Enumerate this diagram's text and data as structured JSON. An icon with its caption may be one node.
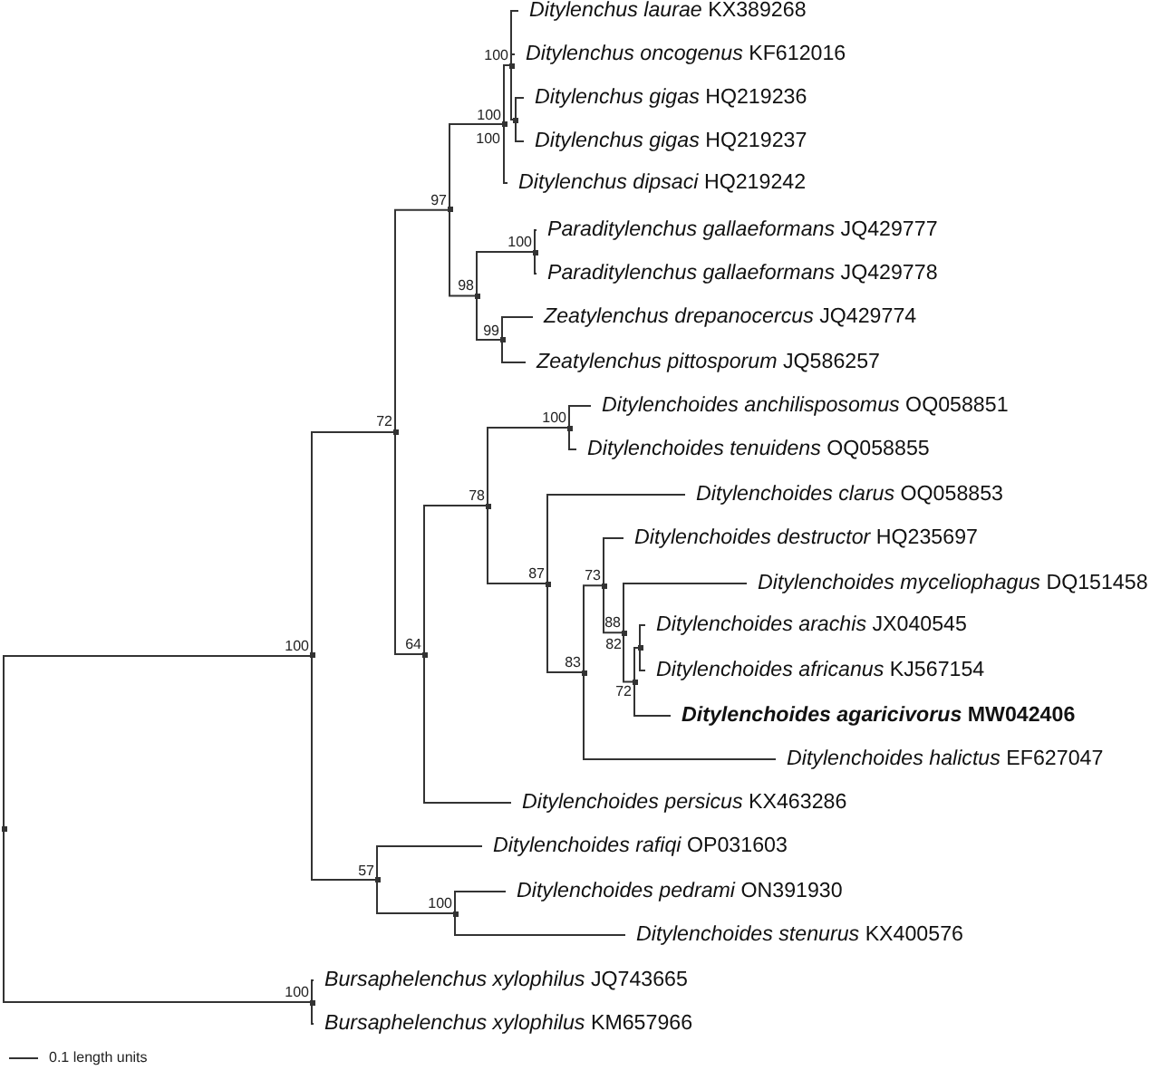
{
  "diagram": {
    "nodes": [
      {
        "text": [
          "*Ditylenchus laurae* KX389268"
        ]
      },
      {
        "text": [
          "*Ditylenchus oncogenus* KF612016"
        ]
      },
      {
        "text": [
          "*Ditylenchus gigas* HQ219236"
        ]
      },
      {
        "text": [
          "*Ditylenchus gigas* HQ219237"
        ]
      },
      {
        "text": [
          "*Ditylenchus dipsaci* HQ219242"
        ]
      },
      {
        "text": [
          "*Paraditylenchus gallaeformans* JQ429777"
        ]
      },
      {
        "text": [
          "*Paraditylenchus gallaeformans* JQ429778"
        ]
      },
      {
        "text": [
          "*Zeatylenchus drepanocercus* JQ429774"
        ]
      },
      {
        "text": [
          "*Zeatylenchus pittosporum* JQ586257"
        ]
      },
      {
        "text": [
          "*Ditylenchoides anchilisposomus* OQ058851"
        ]
      },
      {
        "text": [
          "*Ditylenchoides tenuidens* OQ058855"
        ]
      },
      {
        "text": [
          "*Ditylenchoides clarus* OQ058853"
        ]
      },
      {
        "text": [
          "*Ditylenchoides destructor* HQ235697"
        ]
      },
      {
        "text": [
          "*Ditylenchoides myceliophagus* DQ151458"
        ]
      },
      {
        "text": [
          "*Ditylenchoides arachis* JX040545"
        ]
      },
      {
        "text": [
          "*Ditylenchoides africanus* KJ567154"
        ]
      },
      {
        "text": [
          "***Ditylenchoides agaricivorus* MW042406**"
        ]
      },
      {
        "text": [
          "*Ditylenchoides halictus* EF627047"
        ]
      },
      {
        "text": [
          "*Ditylenchoides persicus* KX463286"
        ]
      },
      {
        "text": [
          "*Ditylenchoides rafiqi* OP031603"
        ]
      },
      {
        "text": [
          "*Ditylenchoides pedrami* ON391930"
        ]
      },
      {
        "text": [
          "*Ditylenchoides stenurus* KX400576"
        ]
      },
      {
        "text": [
          "*Bursaphelenchus xylophilus* JQ743665"
        ]
      },
      {
        "text": [
          "*Bursaphelenchus xylophilus* KM657966"
        ]
      },
      {
        "text": [],
        "shape": "point"
      },
      {
        "text": [],
        "shape": "point",
        "beside": [
          "100"
        ]
      },
      {
        "text": [],
        "shape": "point",
        "beside": [
          "72"
        ]
      },
      {
        "text": [],
        "shape": "point",
        "beside": [
          "97"
        ]
      },
      {
        "text": [],
        "shape": "point",
        "beside": [
          "100"
        ]
      },
      {
        "text": [],
        "shape": "point",
        "beside": [
          "100"
        ]
      },
      {
        "text": [],
        "shape": "point"
      },
      {
        "text": [],
        "shape": "point",
        "beside": [
          "98"
        ]
      },
      {
        "text": [],
        "shape": "point",
        "beside": [
          "100"
        ]
      },
      {
        "text": [],
        "shape": "point",
        "beside": [
          "99"
        ]
      },
      {
        "text": [],
        "shape": "point",
        "beside": [
          "64"
        ]
      },
      {
        "text": [],
        "shape": "point",
        "beside": [
          "78"
        ]
      },
      {
        "text": [],
        "shape": "point",
        "beside": [
          "100"
        ]
      },
      {
        "text": [],
        "shape": "point",
        "beside": [
          "87"
        ]
      },
      {
        "text": [],
        "shape": "point",
        "beside": [
          "83"
        ]
      },
      {
        "text": [],
        "shape": "point",
        "beside": [
          "73"
        ]
      },
      {
        "text": [],
        "shape": "point",
        "beside": [
          "88"
        ]
      },
      {
        "text": [],
        "shape": "point"
      },
      {
        "text": [],
        "shape": "point",
        "beside": [
          "72"
        ]
      },
      {
        "text": [],
        "shape": "point",
        "beside": [
          "57"
        ]
      },
      {
        "text": [],
        "shape": "point",
        "beside": [
          "100"
        ]
      },
      {
        "text": [],
        "shape": "point",
        "beside": [
          "100"
        ]
      }
    ],
    "edges": [
      {
        "from": 24,
        "to": 25,
        "arrow": "none"
      },
      {
        "from": 24,
        "to": 45,
        "arrow": "none"
      },
      {
        "from": 25,
        "to": 26,
        "arrow": "none"
      },
      {
        "from": 25,
        "to": 43,
        "arrow": "none"
      },
      {
        "from": 26,
        "to": 27,
        "arrow": "none"
      },
      {
        "from": 26,
        "to": 34,
        "arrow": "none"
      },
      {
        "from": 27,
        "to": 28,
        "arrow": "none"
      },
      {
        "from": 27,
        "to": 31,
        "arrow": "none"
      },
      {
        "from": 28,
        "to": 29,
        "arrow": "none"
      },
      {
        "from": 28,
        "to": 4,
        "arrow": "none"
      },
      {
        "from": 29,
        "to": 0,
        "arrow": "none"
      },
      {
        "from": 29,
        "to": 1,
        "arrow": "none"
      },
      {
        "from": 29,
        "to": 30,
        "arrow": "none"
      },
      {
        "from": 30,
        "to": 2,
        "arrow": "none"
      },
      {
        "from": 30,
        "to": 3,
        "arrow": "none"
      },
      {
        "from": 31,
        "to": 32,
        "arrow": "none"
      },
      {
        "from": 31,
        "to": 33,
        "arrow": "none"
      },
      {
        "from": 32,
        "to": 5,
        "arrow": "none"
      },
      {
        "from": 32,
        "to": 6,
        "arrow": "none"
      },
      {
        "from": 33,
        "to": 7,
        "arrow": "none"
      },
      {
        "from": 33,
        "to": 8,
        "arrow": "none"
      },
      {
        "from": 34,
        "to": 35,
        "arrow": "none"
      },
      {
        "from": 34,
        "to": 18,
        "arrow": "none"
      },
      {
        "from": 35,
        "to": 36,
        "arrow": "none"
      },
      {
        "from": 35,
        "to": 37,
        "arrow": "none"
      },
      {
        "from": 36,
        "to": 9,
        "arrow": "none"
      },
      {
        "from": 36,
        "to": 10,
        "arrow": "none"
      },
      {
        "from": 37,
        "to": 11,
        "arrow": "none"
      },
      {
        "from": 37,
        "to": 38,
        "arrow": "none"
      },
      {
        "from": 38,
        "to": 39,
        "arrow": "none"
      },
      {
        "from": 38,
        "to": 17,
        "arrow": "none"
      },
      {
        "from": 39,
        "to": 12,
        "arrow": "none"
      },
      {
        "from": 39,
        "to": 40,
        "arrow": "none"
      },
      {
        "from": 40,
        "to": 13,
        "arrow": "none"
      },
      {
        "from": 40,
        "to": 42,
        "arrow": "none"
      },
      {
        "from": 42,
        "to": 41,
        "arrow": "none"
      },
      {
        "from": 42,
        "to": 16,
        "arrow": "none"
      },
      {
        "from": 41,
        "to": 14,
        "arrow": "none"
      },
      {
        "from": 41,
        "to": 15,
        "arrow": "none"
      },
      {
        "from": 43,
        "to": 19,
        "arrow": "none"
      },
      {
        "from": 43,
        "to": 44,
        "arrow": "none"
      },
      {
        "from": 44,
        "to": 20,
        "arrow": "none"
      },
      {
        "from": 44,
        "to": 21,
        "arrow": "none"
      },
      {
        "from": 45,
        "to": 22,
        "arrow": "none"
      },
      {
        "from": 45,
        "to": 23,
        "arrow": "none"
      }
    ],
    "labels": [
      "100",
      "82",
      "0.1 length units"
    ]
  }
}
